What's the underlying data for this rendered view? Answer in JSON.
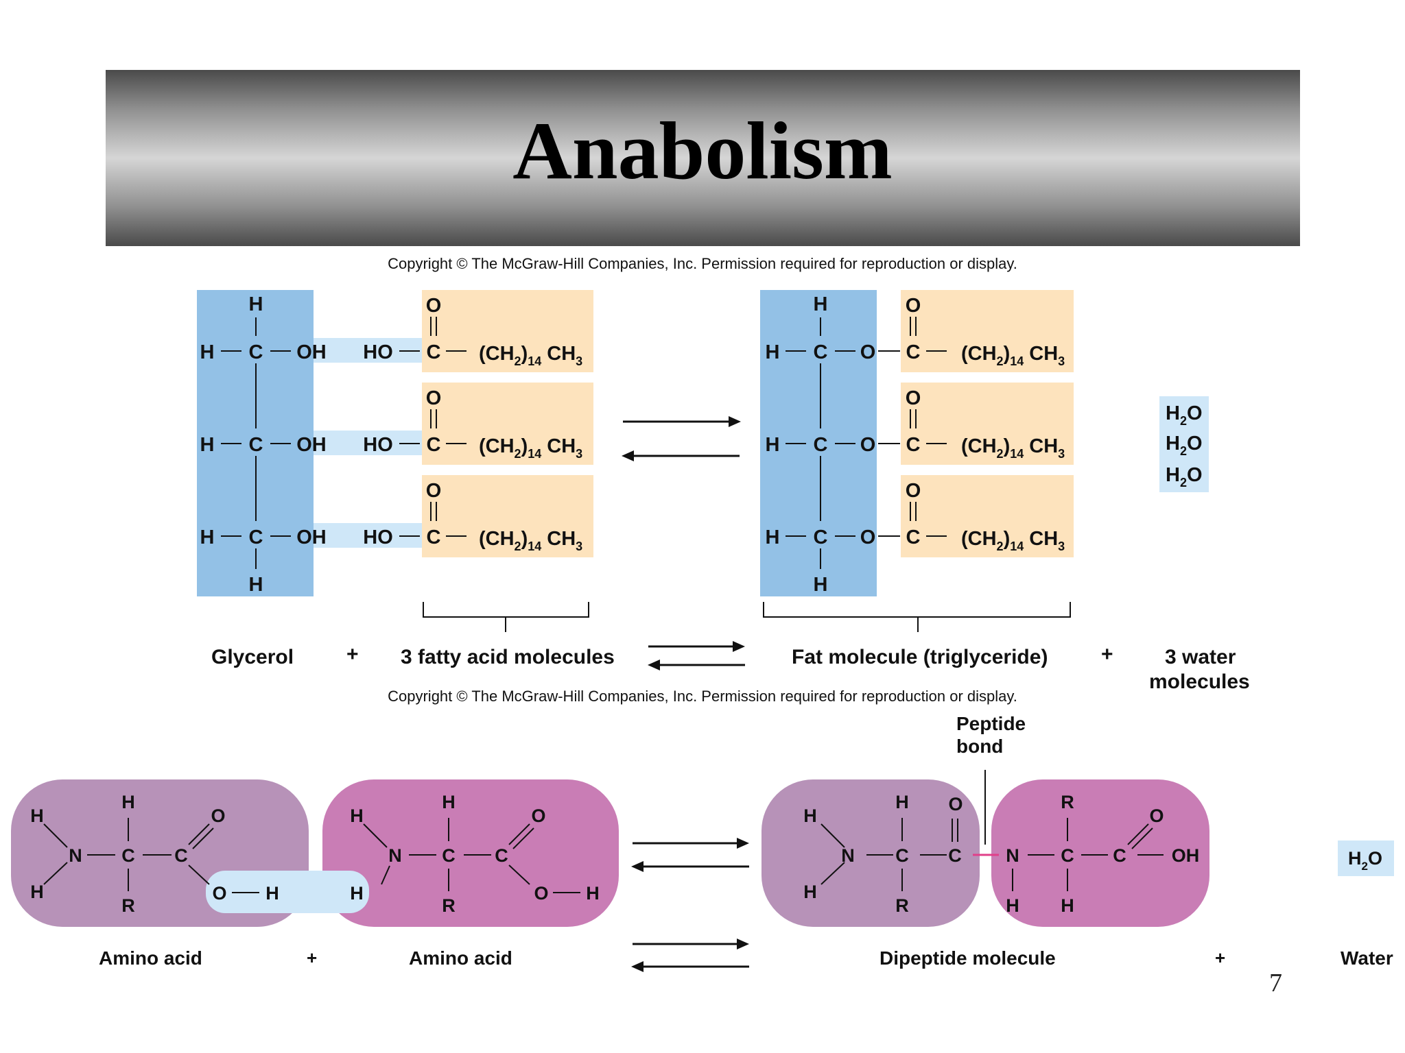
{
  "title": "Anabolism",
  "copyright_top": "Copyright © The McGraw-Hill Companies, Inc. Permission required for reproduction or display.",
  "copyright_bottom": "Copyright © The McGraw-Hill Companies, Inc. Permission required for reproduction or display.",
  "fat_synthesis": {
    "glycerol_label": "Glycerol",
    "fatty_acids_label": "3 fatty acid molecules",
    "fat_label": "Fat molecule (triglyceride)",
    "water_label_line1": "3 water",
    "water_label_line2": "molecules",
    "plus": "+",
    "chain": "(CH",
    "sub2": "2",
    "sub14": "14",
    "ch3": "CH",
    "sub3": "3",
    "atoms": {
      "H": "H",
      "C": "C",
      "O": "O",
      "OH": "OH",
      "HO": "HO"
    },
    "water_formula": [
      "H",
      "2",
      "O"
    ],
    "colors": {
      "glycerol": "#93c1e6",
      "fatty_acid": "#fde3bd",
      "water_box": "#cfe7f8",
      "link": "#cfe7f8"
    }
  },
  "peptide_synthesis": {
    "amino_acid_label_1": "Amino acid",
    "amino_acid_label_2": "Amino acid",
    "dipeptide_label": "Dipeptide molecule",
    "water_label": "Water",
    "peptide_bond_line1": "Peptide",
    "peptide_bond_line2": "bond",
    "plus": "+",
    "atoms": {
      "H": "H",
      "N": "N",
      "C": "C",
      "O": "O",
      "R": "R",
      "OH": "OH"
    },
    "colors": {
      "amino_acid_1": "#b792b8",
      "amino_acid_2": "#c97db5",
      "water_box": "#cfe7f8",
      "peptide_bond": "#e0408a"
    }
  },
  "page_number": "7"
}
